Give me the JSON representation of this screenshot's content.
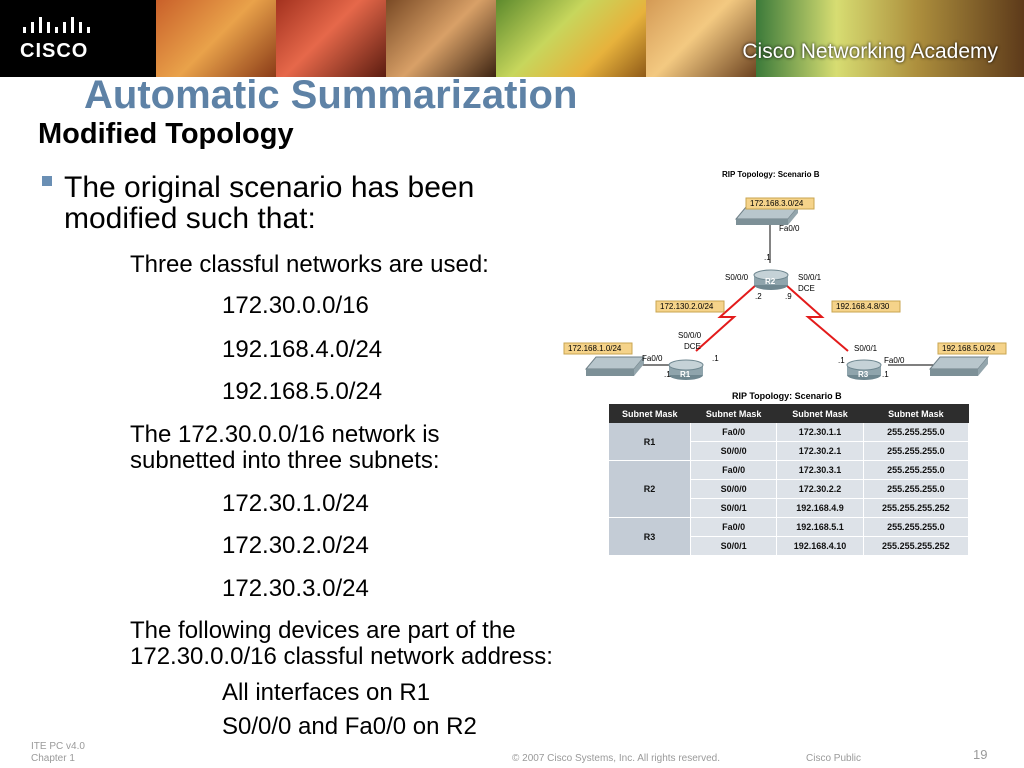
{
  "header": {
    "logo_text": "CISCO",
    "academy_text": "Cisco Networking Academy"
  },
  "slide": {
    "title": "Automatic Summarization",
    "subtitle": "Modified Topology",
    "bullet_line1": "The original scenario has been",
    "bullet_line2": "modified such that:",
    "networks_heading": "Three classful networks are used:",
    "networks": [
      "172.30.0.0/16",
      "192.168.4.0/24",
      "192.168.5.0/24"
    ],
    "subnet_heading_line1": "The 172.30.0.0/16 network is",
    "subnet_heading_line2": "subnetted into three subnets:",
    "subnets": [
      "172.30.1.0/24",
      "172.30.2.0/24",
      "172.30.3.0/24"
    ],
    "devices_heading_line1": "The following devices are part of the",
    "devices_heading_line2": "172.30.0.0/16 classful network address:",
    "devices": [
      "All interfaces on R1",
      "S0/0/0 and Fa0/0 on R2"
    ]
  },
  "topology": {
    "title": "RIP Topology: Scenario B",
    "labels": {
      "r2_lan": "172.168.3.0/24",
      "r1_lan": "172.168.1.0/24",
      "r3_lan": "192.168.5.0/24",
      "link_r1_r2": "172.130.2.0/24",
      "link_r2_r3": "192.168.4.8/30"
    },
    "routers": {
      "r1": "R1",
      "r2": "R2",
      "r3": "R3"
    },
    "interfaces": {
      "r2_fa": "Fa0/0",
      "r2_fa_ip": ".1",
      "r2_s000": "S0/0/0",
      "r2_s001": "S0/0/1",
      "r2_dce": "DCE",
      "r2_ip_left": ".2",
      "r2_ip_right": ".9",
      "r1_s000": "S0/0/0",
      "r1_dce": "DCE",
      "r1_fa": "Fa0/0",
      "r1_ip_s": ".1",
      "r1_ip_fa": ".1",
      "r3_s001": "S0/0/1",
      "r3_fa": "Fa0/0",
      "r3_ip_s": ".1",
      "r3_ip_fa": ".1"
    }
  },
  "mask_table": {
    "title": "RIP Topology: Scenario B",
    "headers": [
      "Subnet Mask",
      "Subnet Mask",
      "Subnet Mask",
      "Subnet Mask"
    ],
    "rows": [
      {
        "device": "R1",
        "entries": [
          [
            "Fa0/0",
            "172.30.1.1",
            "255.255.255.0"
          ],
          [
            "S0/0/0",
            "172.30.2.1",
            "255.255.255.0"
          ]
        ]
      },
      {
        "device": "R2",
        "entries": [
          [
            "Fa0/0",
            "172.30.3.1",
            "255.255.255.0"
          ],
          [
            "S0/0/0",
            "172.30.2.2",
            "255.255.255.0"
          ],
          [
            "S0/0/1",
            "192.168.4.9",
            "255.255.255.252"
          ]
        ]
      },
      {
        "device": "R3",
        "entries": [
          [
            "Fa0/0",
            "192.168.5.1",
            "255.255.255.0"
          ],
          [
            "S0/0/1",
            "192.168.4.10",
            "255.255.255.252"
          ]
        ]
      }
    ]
  },
  "footer": {
    "course": "ITE PC v4.0",
    "chapter": "Chapter 1",
    "copyright": "© 2007 Cisco Systems, Inc. All rights reserved.",
    "classification": "Cisco Public",
    "page": "19"
  }
}
